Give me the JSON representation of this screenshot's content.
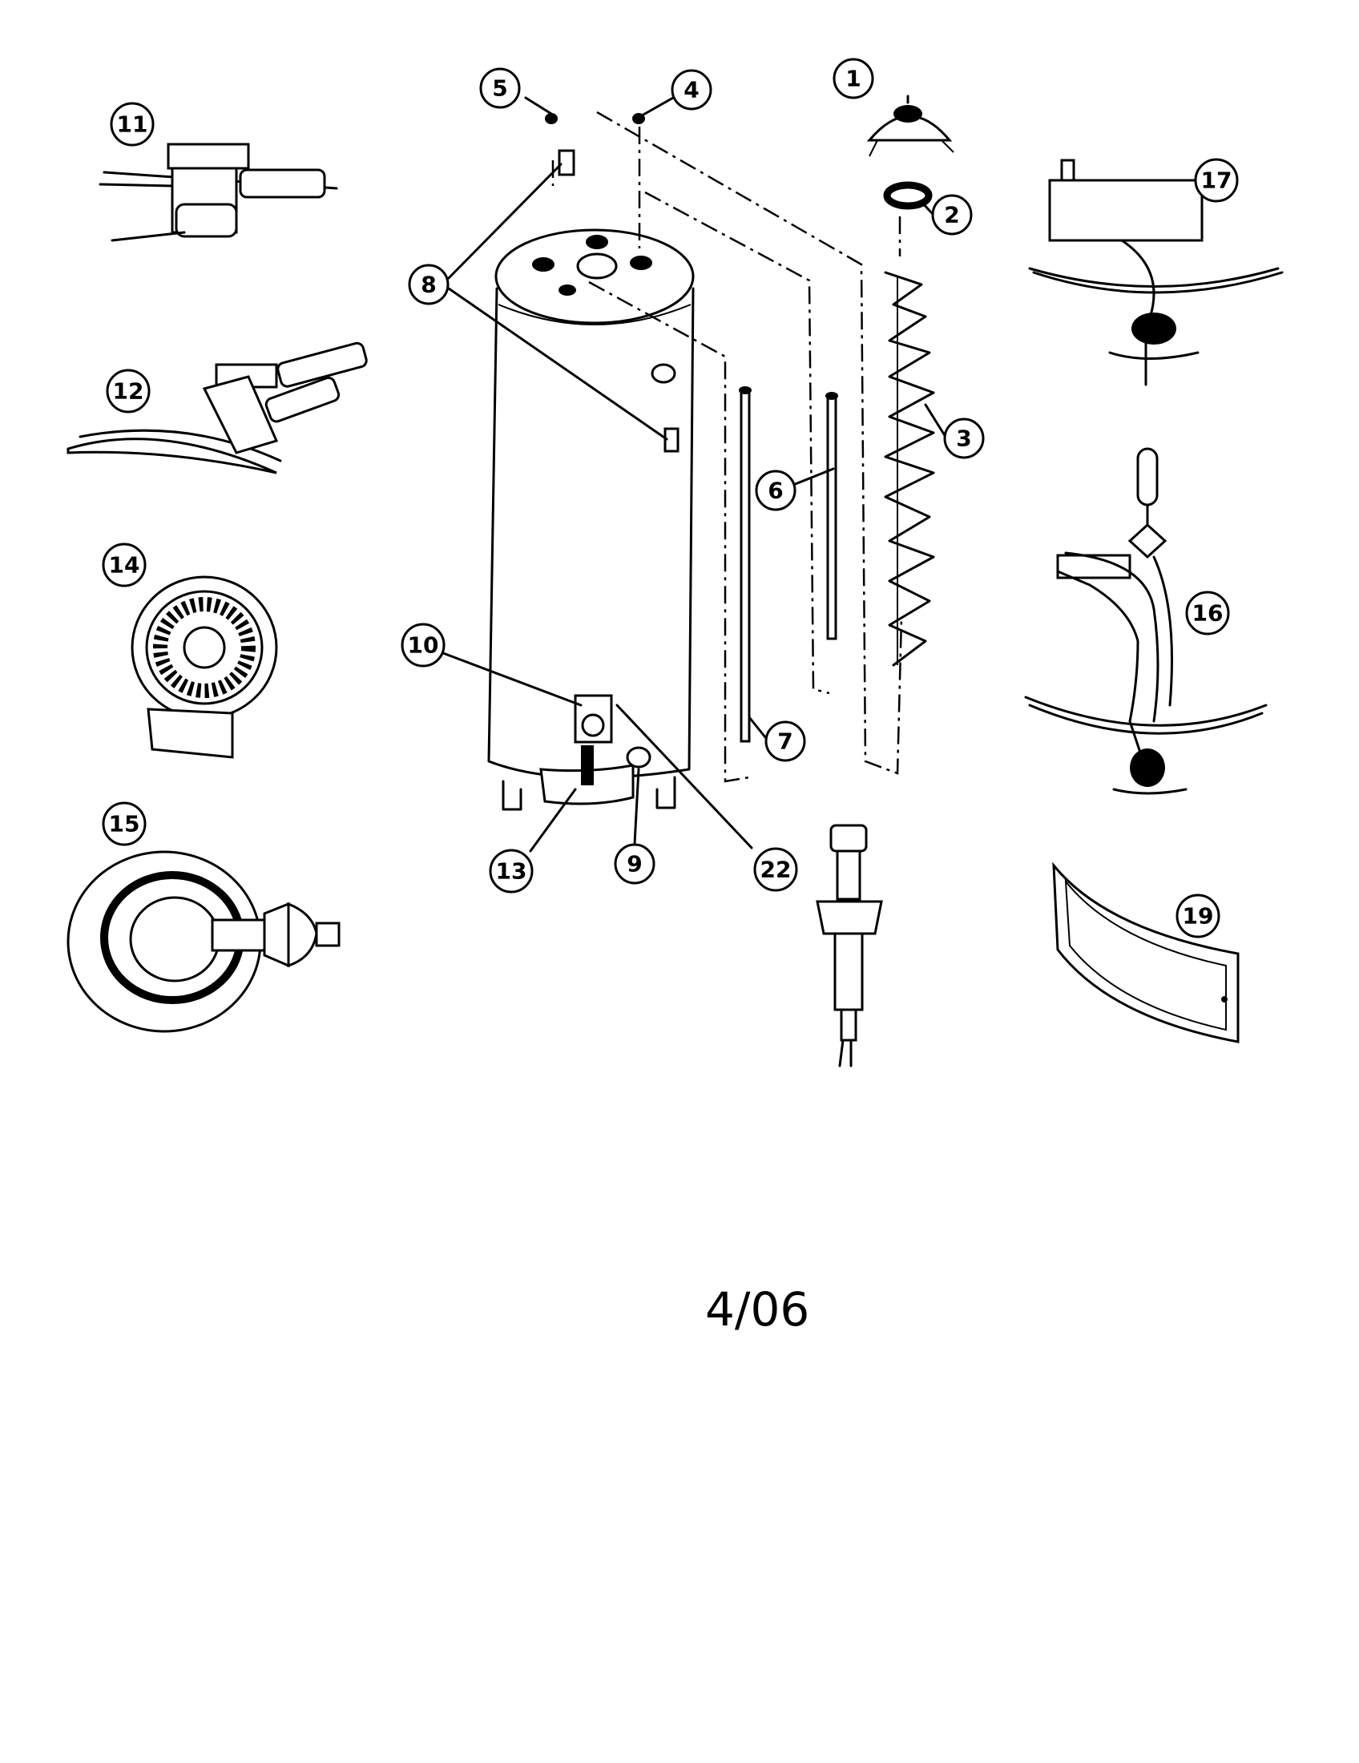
{
  "callouts": {
    "c1": "1",
    "c2": "2",
    "c3": "3",
    "c4": "4",
    "c5": "5",
    "c6": "6",
    "c7": "7",
    "c8": "8",
    "c9": "9",
    "c10": "10",
    "c11": "11",
    "c12": "12",
    "c13": "13",
    "c14": "14",
    "c15": "15",
    "c16": "16",
    "c17": "17",
    "c19": "19",
    "c22": "22"
  },
  "date": "4/06"
}
